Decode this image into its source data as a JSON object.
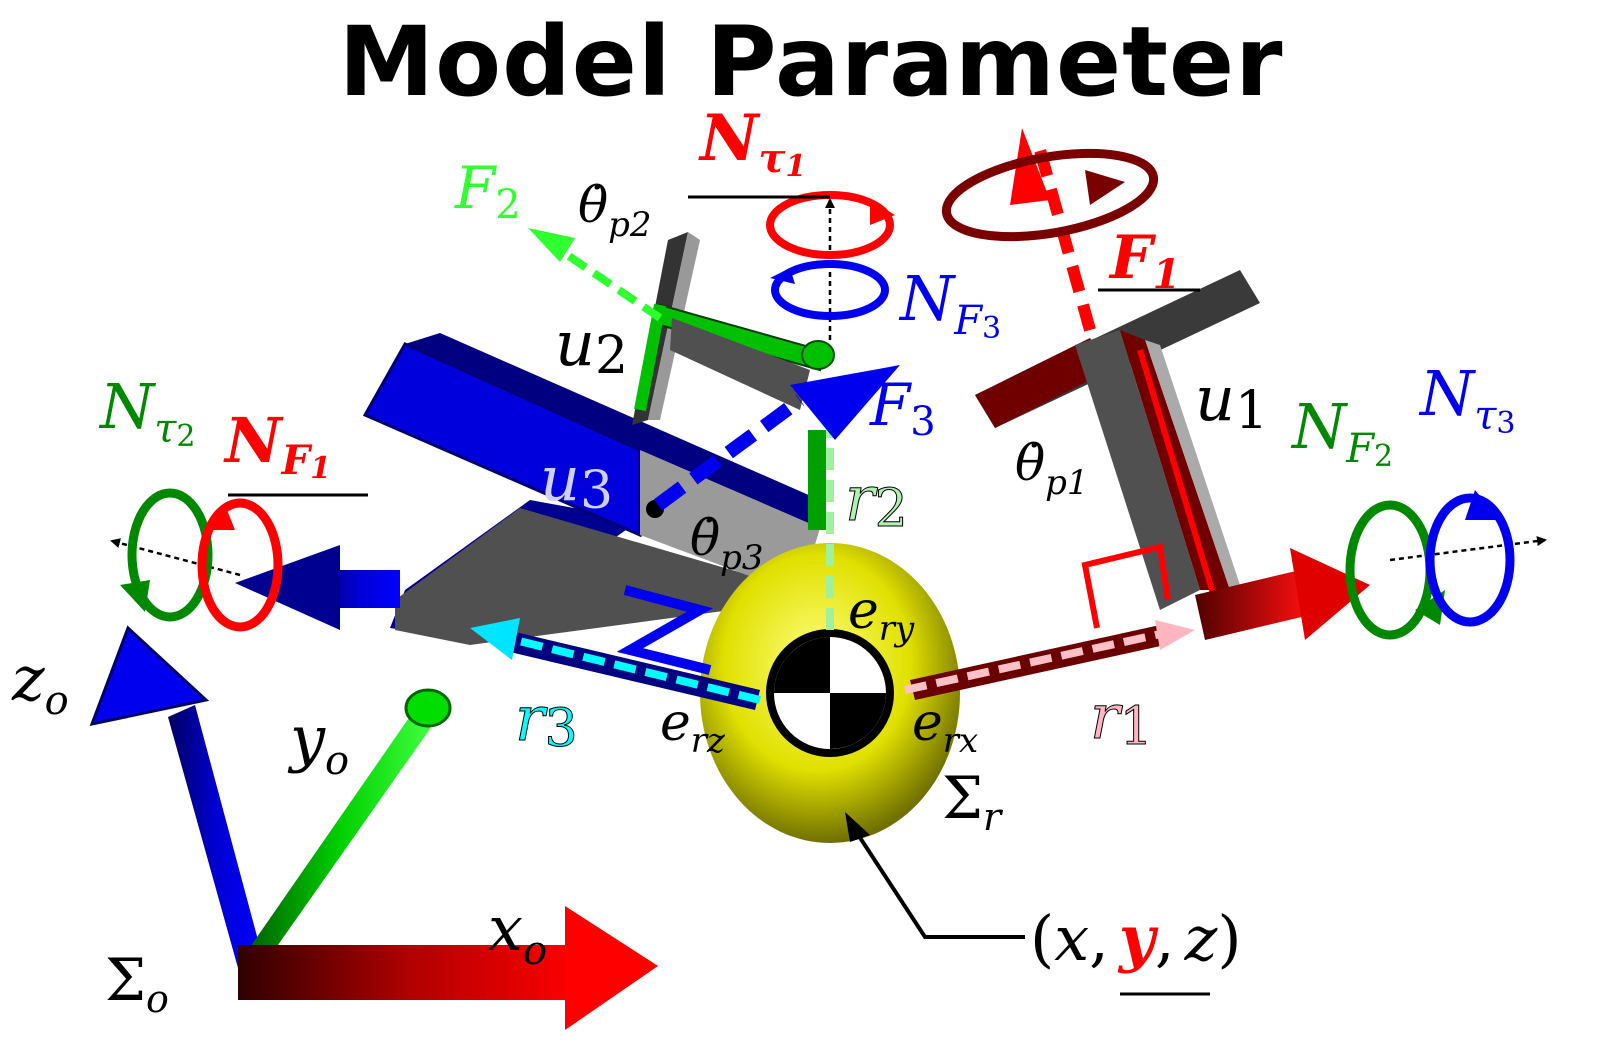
{
  "title": "Model Parameter",
  "colors": {
    "red": "#ff0000",
    "dark_red": "#8b0000",
    "green": "#00b000",
    "dark_green": "#0a7a0a",
    "blue": "#0000ee",
    "navy": "#000080",
    "cyan": "#00ffff",
    "yellow": "#e0e000",
    "pink": "#ffb6c1",
    "gray": "#555555"
  },
  "frames": {
    "origin": {
      "name": "Σ",
      "sub": "o",
      "axes": {
        "x": "x",
        "y": "y",
        "z": "z",
        "sub": "o"
      }
    },
    "body": {
      "name": "Σ",
      "sub": "r"
    }
  },
  "position": {
    "open": "(",
    "x": "x",
    "sep1": ",",
    "y": "y",
    "sep2": ",",
    "z": "z",
    "close": ")"
  },
  "body_axes": {
    "erx": {
      "base": "e",
      "sub": "rx"
    },
    "ery": {
      "base": "e",
      "sub": "ry"
    },
    "erz": {
      "base": "e",
      "sub": "rz"
    }
  },
  "thrusters": {
    "t1": {
      "u": "u",
      "u_sub": "1",
      "r": "r",
      "r_sub": "1",
      "F": "F",
      "F_sub": "1",
      "theta": "θ̇",
      "theta_sub": "p1"
    },
    "t2": {
      "u": "u",
      "u_sub": "2",
      "r": "r",
      "r_sub": "2",
      "F": "F",
      "F_sub": "2",
      "theta": "θ̇",
      "theta_sub": "p2"
    },
    "t3": {
      "u": "u",
      "u_sub": "3",
      "r": "r",
      "r_sub": "3",
      "F": "F",
      "F_sub": "3",
      "theta": "θ̇",
      "theta_sub": "p3"
    }
  },
  "torques": {
    "n_tau1": {
      "base": "N",
      "sub": "τ",
      "subsub": "1"
    },
    "n_tau2": {
      "base": "N",
      "sub": "τ",
      "subsub": "2"
    },
    "n_tau3": {
      "base": "N",
      "sub": "τ",
      "subsub": "3"
    },
    "n_f1": {
      "base": "N",
      "sub": "F",
      "subsub": "1"
    },
    "n_f2": {
      "base": "N",
      "sub": "F",
      "subsub": "2"
    },
    "n_f3": {
      "base": "N",
      "sub": "F",
      "subsub": "3"
    }
  }
}
